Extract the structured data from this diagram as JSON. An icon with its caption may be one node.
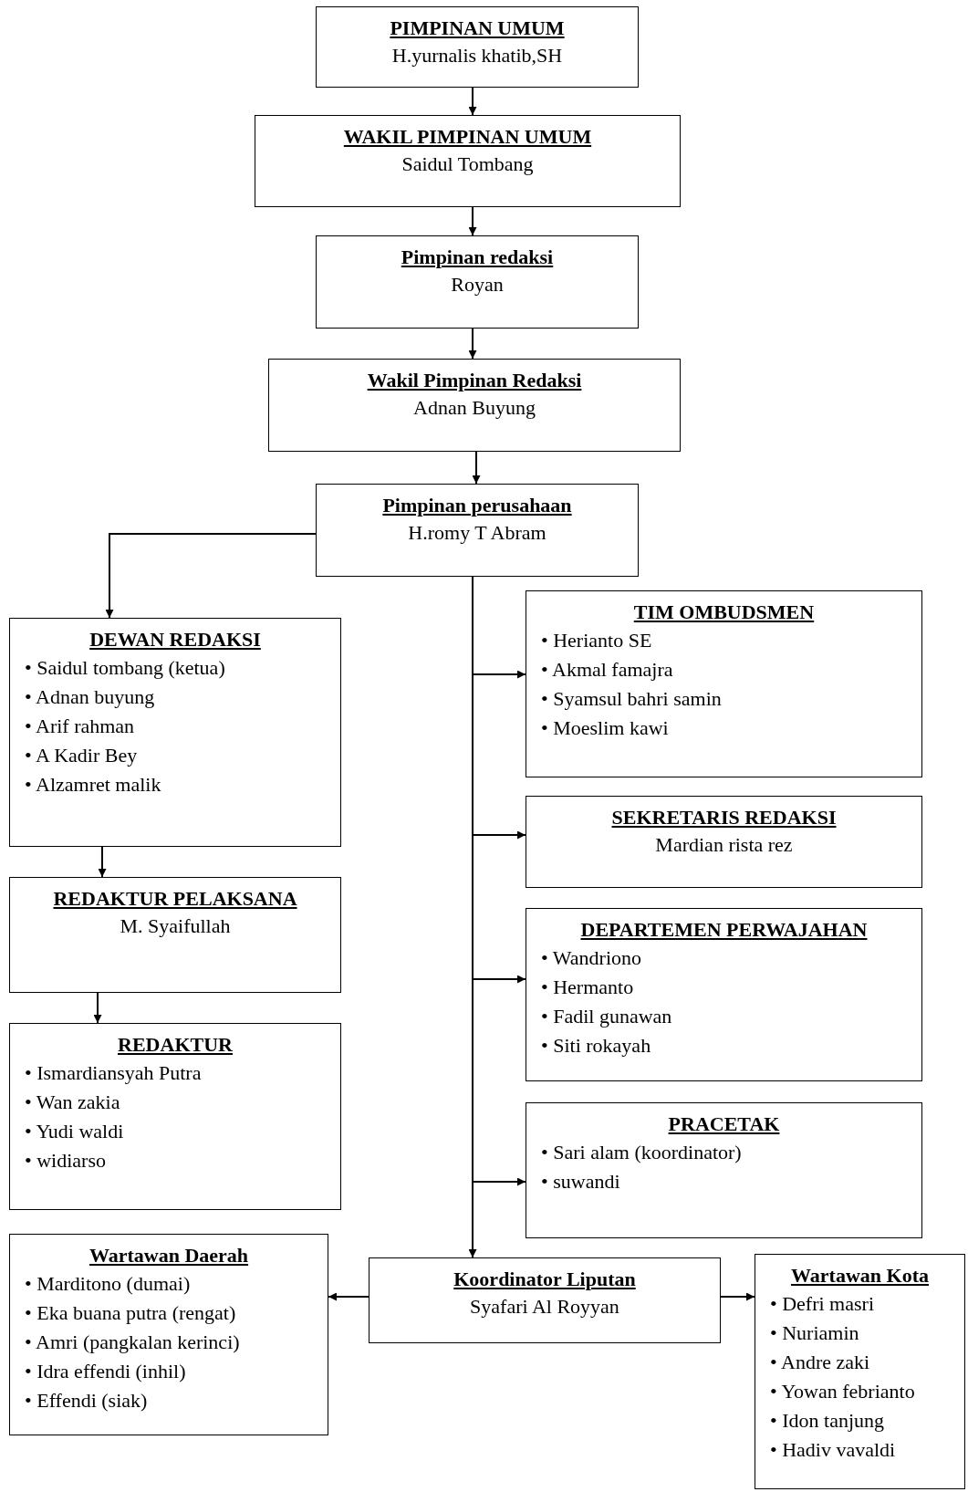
{
  "diagram": {
    "nodes": [
      {
        "text": [
          "PIMPINAN UMUM",
          "H.yurnalis khatib,SH"
        ]
      },
      {
        "text": [
          "WAKIL PIMPINAN UMUM",
          "Saidul Tombang"
        ]
      },
      {
        "text": [
          "Pimpinan redaksi",
          "Royan"
        ]
      },
      {
        "text": [
          "Wakil Pimpinan Redaksi",
          "Adnan Buyung"
        ]
      },
      {
        "text": [
          "Pimpinan perusahaan",
          "H.romy T Abram"
        ]
      },
      {
        "text": [
          "DEWAN REDAKSI",
          "• Saidul tombang (ketua)",
          "• Adnan buyung",
          "• Arif rahman",
          "• A Kadir Bey",
          "• Alzamret malik"
        ]
      },
      {
        "text": [
          "REDAKTUR PELAKSANA",
          "M. Syaifullah"
        ]
      },
      {
        "text": [
          "REDAKTUR",
          "• Ismardiansyah Putra",
          "• Wan zakia",
          "• Yudi waldi",
          "• widiarso"
        ]
      },
      {
        "text": [
          "TIM OMBUDSMEN",
          "• Herianto SE",
          "• Akmal famajra",
          "• Syamsul bahri samin",
          "• Moeslim kawi"
        ]
      },
      {
        "text": [
          "SEKRETARIS REDAKSI",
          "Mardian rista rez"
        ]
      },
      {
        "text": [
          "DEPARTEMEN PERWAJAHAN",
          "• Wandriono",
          "• Hermanto",
          "• Fadil gunawan",
          "• Siti rokayah"
        ]
      },
      {
        "text": [
          "PRACETAK",
          "• Sari alam (koordinator)",
          "• suwandi"
        ]
      },
      {
        "text": [
          "Wartawan Daerah",
          "• Marditono (dumai)",
          "• Eka buana putra (rengat)",
          "• Amri (pangkalan kerinci)",
          "• Idra effendi (inhil)",
          "• Effendi (siak)"
        ]
      },
      {
        "text": [
          "Koordinator Liputan",
          "Syafari Al Royyan"
        ]
      },
      {
        "text": [
          "Wartawan Kota",
          "• Defri masri",
          "• Nuriamin",
          "• Andre zaki",
          "• Yowan febrianto",
          "• Idon tanjung",
          "• Hadiv vavaldi"
        ]
      }
    ],
    "edges": [
      {
        "from": 0,
        "to": 1,
        "arrow": "to"
      },
      {
        "from": 1,
        "to": 2,
        "arrow": "to"
      },
      {
        "from": 2,
        "to": 3,
        "arrow": "to"
      },
      {
        "from": 3,
        "to": 4,
        "arrow": "to"
      },
      {
        "from": 4,
        "to": 5,
        "arrow": "to"
      },
      {
        "from": 5,
        "to": 6,
        "arrow": "to"
      },
      {
        "from": 6,
        "to": 7,
        "arrow": "to"
      },
      {
        "from": 4,
        "to": 8,
        "arrow": "to"
      },
      {
        "from": 4,
        "to": 9,
        "arrow": "to"
      },
      {
        "from": 4,
        "to": 10,
        "arrow": "to"
      },
      {
        "from": 4,
        "to": 11,
        "arrow": "to"
      },
      {
        "from": 4,
        "to": 13,
        "arrow": "to"
      },
      {
        "from": 13,
        "to": 12,
        "arrow": "to"
      },
      {
        "from": 13,
        "to": 14,
        "arrow": "to"
      }
    ]
  }
}
